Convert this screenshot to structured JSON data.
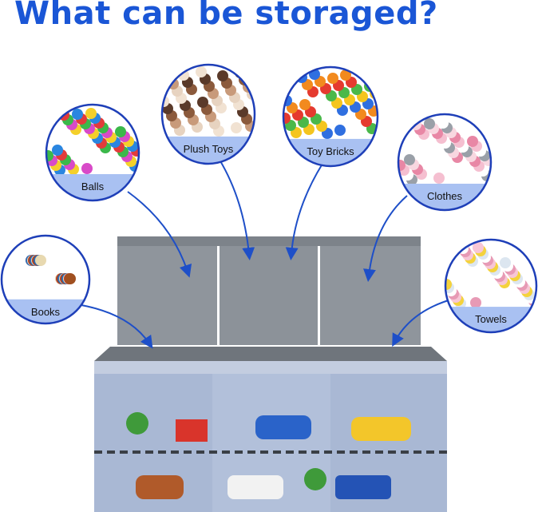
{
  "title": "What can be storaged?",
  "colors": {
    "title": "#1a56d6",
    "circle_border": "#1e3fb8",
    "label_band": "#a9c1f2",
    "arrow": "#1e4fc8",
    "box": "#a9b8d4",
    "lid": "#8f959c"
  },
  "items": [
    {
      "label": "Balls",
      "icon": "colorful-balls-photo"
    },
    {
      "label": "Plush Toys",
      "icon": "plush-dolls-photo"
    },
    {
      "label": "Toy Bricks",
      "icon": "toy-bricks-photo"
    },
    {
      "label": "Clothes",
      "icon": "folded-clothes-photo"
    },
    {
      "label": "Books",
      "icon": "book-stack-photo"
    },
    {
      "label": "Towels",
      "icon": "towels-photo"
    }
  ]
}
